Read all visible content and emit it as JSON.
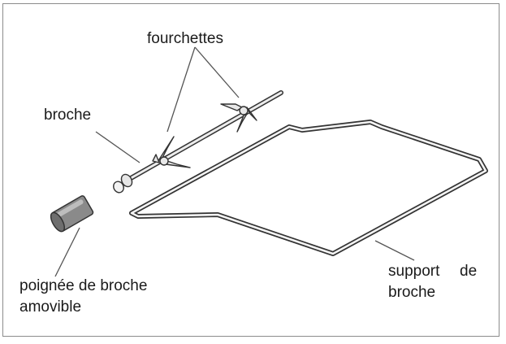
{
  "labels": {
    "forks": "fourchettes",
    "spit": "broche",
    "handle_line1": "poignée de broche",
    "handle_line2": "amovible",
    "support_line1": "support",
    "support_word2": "de",
    "support_line2": "broche"
  },
  "colors": {
    "frame": "#8c8c8c",
    "outline": "#333333",
    "metal": "#e6e6e6",
    "handle": "#8a8a8a",
    "leader": "#444444"
  }
}
